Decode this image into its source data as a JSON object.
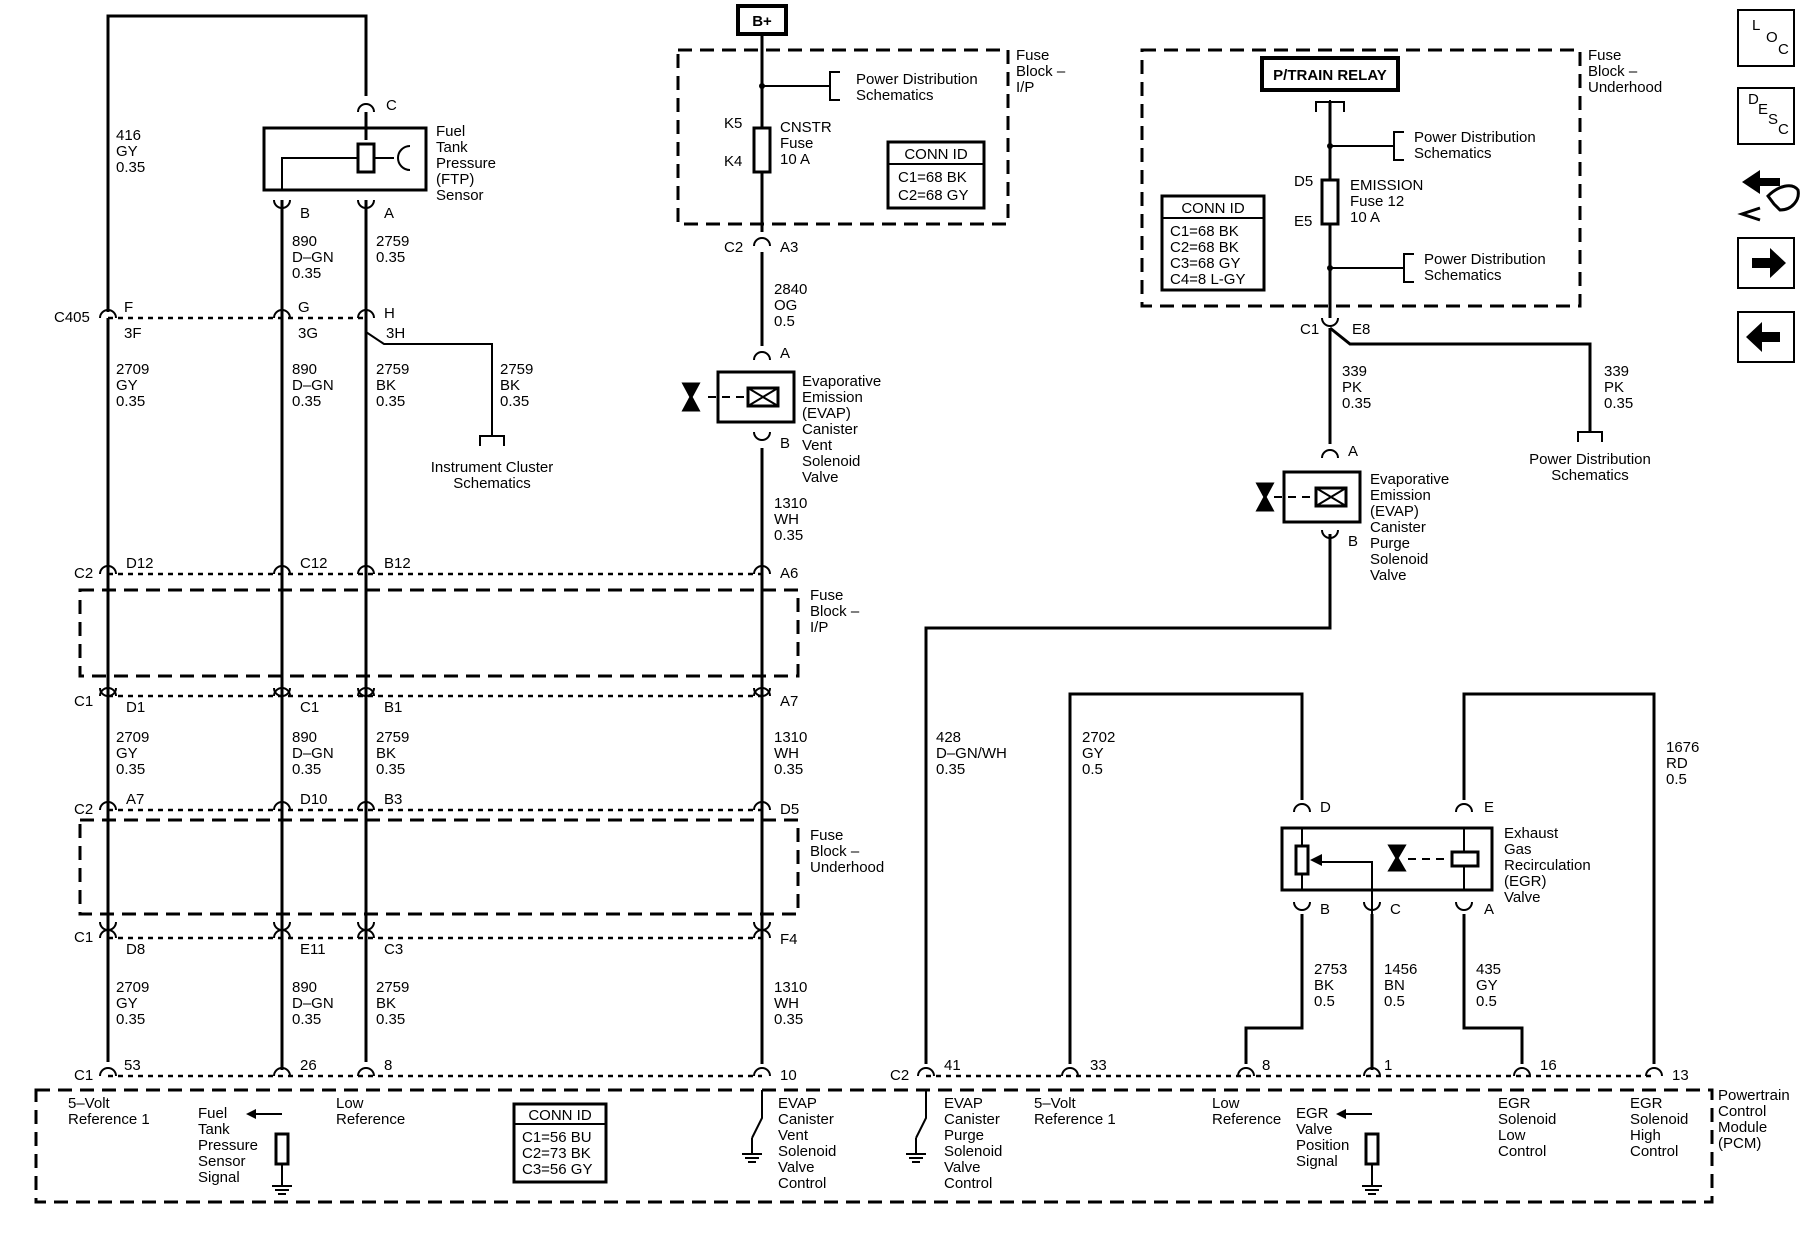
{
  "colors": {
    "ink": "#000000",
    "background": "#ffffff"
  },
  "nav": {
    "loc": [
      "L",
      "O",
      "C"
    ],
    "desc": [
      "D",
      "E",
      "S",
      "C"
    ],
    "icons": [
      "connector-end-view-icon",
      "arrow-right-icon",
      "arrow-left-icon"
    ]
  },
  "power": {
    "b_plus": "B+",
    "ptrain_relay": "P/TRAIN RELAY"
  },
  "fuse_block_ip": {
    "title": [
      "Fuse",
      "Block –",
      "I/P"
    ],
    "pd_schematics": [
      "Power Distribution",
      "Schematics"
    ],
    "fuse_pins": [
      "K5",
      "K4"
    ],
    "fuse_label": [
      "CNSTR",
      "Fuse",
      "10 A"
    ],
    "conn_id": {
      "title": "CONN ID",
      "rows": [
        "C1=68 BK",
        "C2=68 GY"
      ]
    }
  },
  "fuse_block_underhood": {
    "title": [
      "Fuse",
      "Block –",
      "Underhood"
    ],
    "pd_schematics_1": [
      "Power Distribution",
      "Schematics"
    ],
    "pd_schematics_2": [
      "Power Distribution",
      "Schematics"
    ],
    "fuse_pins": [
      "D5",
      "E5"
    ],
    "fuse_label": [
      "EMISSION",
      "Fuse 12",
      "10 A"
    ],
    "conn_id": {
      "title": "CONN ID",
      "rows": [
        "C1=68 BK",
        "C2=68 BK",
        "C3=68 GY",
        "C4=8 L-GY"
      ]
    }
  },
  "components": {
    "ftp_sensor": [
      "Fuel",
      "Tank",
      "Pressure",
      "(FTP)",
      "Sensor"
    ],
    "vent_solenoid": [
      "Evaporative",
      "Emission",
      "(EVAP)",
      "Canister",
      "Vent",
      "Solenoid",
      "Valve"
    ],
    "purge_solenoid": [
      "Evaporative",
      "Emission",
      "(EVAP)",
      "Canister",
      "Purge",
      "Solenoid",
      "Valve"
    ],
    "egr_valve": [
      "Exhaust",
      "Gas",
      "Recirculation",
      "(EGR)",
      "Valve"
    ],
    "instrument_cluster": [
      "Instrument Cluster",
      "Schematics"
    ],
    "pd_right": [
      "Power Distribution",
      "Schematics"
    ]
  },
  "inline_blocks": {
    "fuse_block_ip": [
      "Fuse",
      "Block –",
      "I/P"
    ],
    "fuse_block_underhood": [
      "Fuse",
      "Block –",
      "Underhood"
    ]
  },
  "connectors": {
    "c405": "C405",
    "c2": "C2",
    "c1": "C1",
    "ftp_pins": [
      "C",
      "B",
      "A"
    ],
    "c405_pins": [
      "F",
      "G",
      "H"
    ],
    "c405_sub": [
      "3F",
      "3G",
      "3H"
    ],
    "ip_c2_pins": [
      "D12",
      "C12",
      "B12",
      "A6"
    ],
    "ip_c1_pins": [
      "D1",
      "C1",
      "B1",
      "A7"
    ],
    "uh_c2_pins": [
      "A7",
      "D10",
      "B3",
      "D5"
    ],
    "uh_c1_pins": [
      "D8",
      "E11",
      "C3",
      "F4"
    ],
    "fbip_c2_pins": [
      "C2",
      "A3"
    ],
    "vent_pins": [
      "A",
      "B"
    ],
    "uh_out": [
      "C1",
      "E8"
    ],
    "purge_pins": [
      "A",
      "B"
    ],
    "egr_pins": [
      "D",
      "E",
      "B",
      "C",
      "A"
    ],
    "pcm_c1_pins": [
      "53",
      "26",
      "8",
      "10"
    ],
    "pcm_c2_pins": [
      "41",
      "33",
      "8",
      "1",
      "16",
      "13"
    ]
  },
  "wires": {
    "w416": [
      "416",
      "GY",
      "0.35"
    ],
    "w890a": [
      "890",
      "D–GN",
      "0.35"
    ],
    "w2759a": [
      "2759",
      "0.35"
    ],
    "w2709a": [
      "2709",
      "GY",
      "0.35"
    ],
    "w890b": [
      "890",
      "D–GN",
      "0.35"
    ],
    "w2759b": [
      "2759",
      "BK",
      "0.35"
    ],
    "w2759c": [
      "2759",
      "BK",
      "0.35"
    ],
    "w2709b": [
      "2709",
      "GY",
      "0.35"
    ],
    "w890c": [
      "890",
      "D–GN",
      "0.35"
    ],
    "w2759d": [
      "2759",
      "BK",
      "0.35"
    ],
    "w1310b": [
      "1310",
      "WH",
      "0.35"
    ],
    "w2709c": [
      "2709",
      "GY",
      "0.35"
    ],
    "w890d": [
      "890",
      "D–GN",
      "0.35"
    ],
    "w2759e": [
      "2759",
      "BK",
      "0.35"
    ],
    "w1310c": [
      "1310",
      "WH",
      "0.35"
    ],
    "w2840": [
      "2840",
      "OG",
      "0.5"
    ],
    "w1310a": [
      "1310",
      "WH",
      "0.35"
    ],
    "w339a": [
      "339",
      "PK",
      "0.35"
    ],
    "w339b": [
      "339",
      "PK",
      "0.35"
    ],
    "w428": [
      "428",
      "D–GN/WH",
      "0.35"
    ],
    "w2702": [
      "2702",
      "GY",
      "0.5"
    ],
    "w1676": [
      "1676",
      "RD",
      "0.5"
    ],
    "w2753": [
      "2753",
      "BK",
      "0.5"
    ],
    "w1456": [
      "1456",
      "BN",
      "0.5"
    ],
    "w435": [
      "435",
      "GY",
      "0.5"
    ]
  },
  "pcm": {
    "title": [
      "Powertrain",
      "Control",
      "Module",
      "(PCM)"
    ],
    "conn_id": {
      "title": "CONN ID",
      "rows": [
        "C1=56 BU",
        "C2=73 BK",
        "C3=56 GY"
      ]
    },
    "labels": {
      "ref5v_a": [
        "5–Volt",
        "Reference 1"
      ],
      "ftp_signal": [
        "Fuel",
        "Tank",
        "Pressure",
        "Sensor",
        "Signal"
      ],
      "lowref_a": [
        "Low",
        "Reference"
      ],
      "vent_control": [
        "EVAP",
        "Canister",
        "Vent",
        "Solenoid",
        "Valve",
        "Control"
      ],
      "purge_control": [
        "EVAP",
        "Canister",
        "Purge",
        "Solenoid",
        "Valve",
        "Control"
      ],
      "ref5v_b": [
        "5–Volt",
        "Reference 1"
      ],
      "lowref_b": [
        "Low",
        "Reference"
      ],
      "egr_pos": [
        "EGR",
        "Valve",
        "Position",
        "Signal"
      ],
      "egr_low": [
        "EGR",
        "Solenoid",
        "Low",
        "Control"
      ],
      "egr_high": [
        "EGR",
        "Solenoid",
        "High",
        "Control"
      ]
    }
  }
}
